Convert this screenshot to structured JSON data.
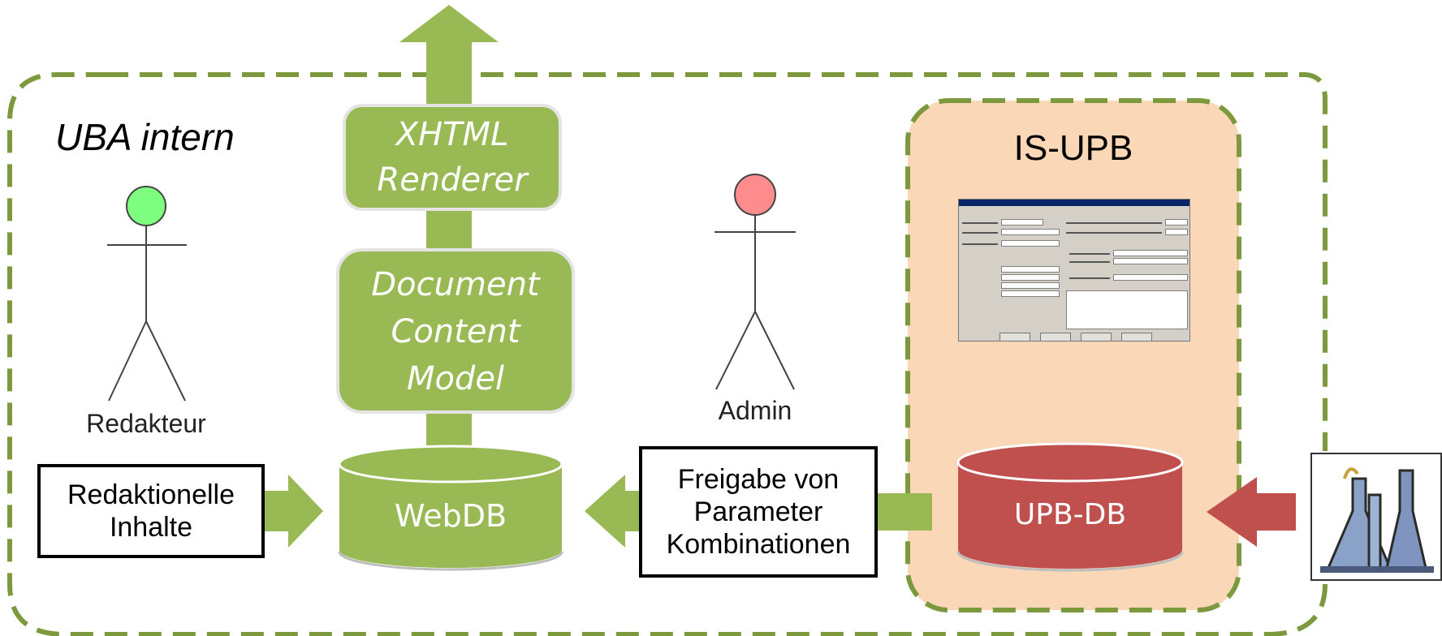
{
  "colors": {
    "green": "#98b954",
    "green_dark": "#7c9a3d",
    "red": "#c0504d",
    "peach": "#fad7b7",
    "actor_green": "#7fff7f",
    "actor_red": "#ff8c8c"
  },
  "boundary": {
    "label": "UBA intern"
  },
  "pipeline": {
    "renderer": {
      "line1": "XHTML",
      "line2": "Renderer"
    },
    "model": {
      "line1": "Document",
      "line2": "Content",
      "line3": "Model"
    },
    "webdb": {
      "label": "WebDB"
    }
  },
  "actors": {
    "redakteur": {
      "label": "Redakteur"
    },
    "admin": {
      "label": "Admin"
    }
  },
  "boxes": {
    "redaktionelle": {
      "text": "Redaktionelle\nInhalte"
    },
    "freigabe": {
      "text": "Freigabe von\nParameter\nKombinationen"
    }
  },
  "isupb": {
    "title": "IS-UPB",
    "upbdb": {
      "label": "UPB-DB"
    },
    "screenshot": {
      "icon": "settings-dialog-screenshot"
    }
  },
  "lab": {
    "icon": "lab-flasks-icon"
  }
}
